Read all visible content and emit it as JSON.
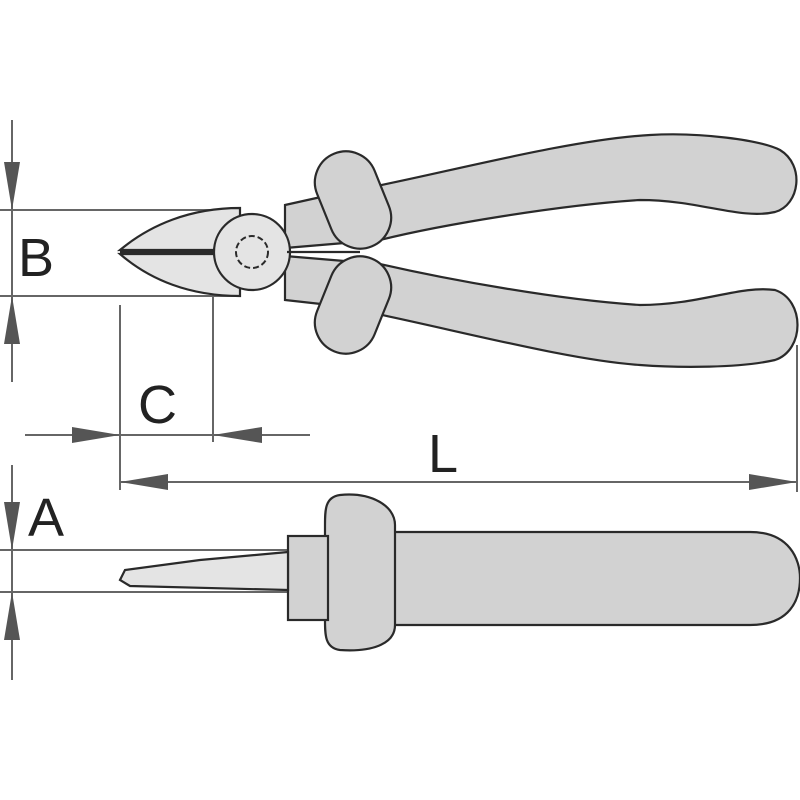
{
  "labels": {
    "a": "A",
    "b": "B",
    "c": "C",
    "l": "L"
  },
  "colors": {
    "handle": "#d2d2d2",
    "head": "#e4e4e4",
    "outline": "#2a2a2a",
    "dimension": "#666666"
  }
}
